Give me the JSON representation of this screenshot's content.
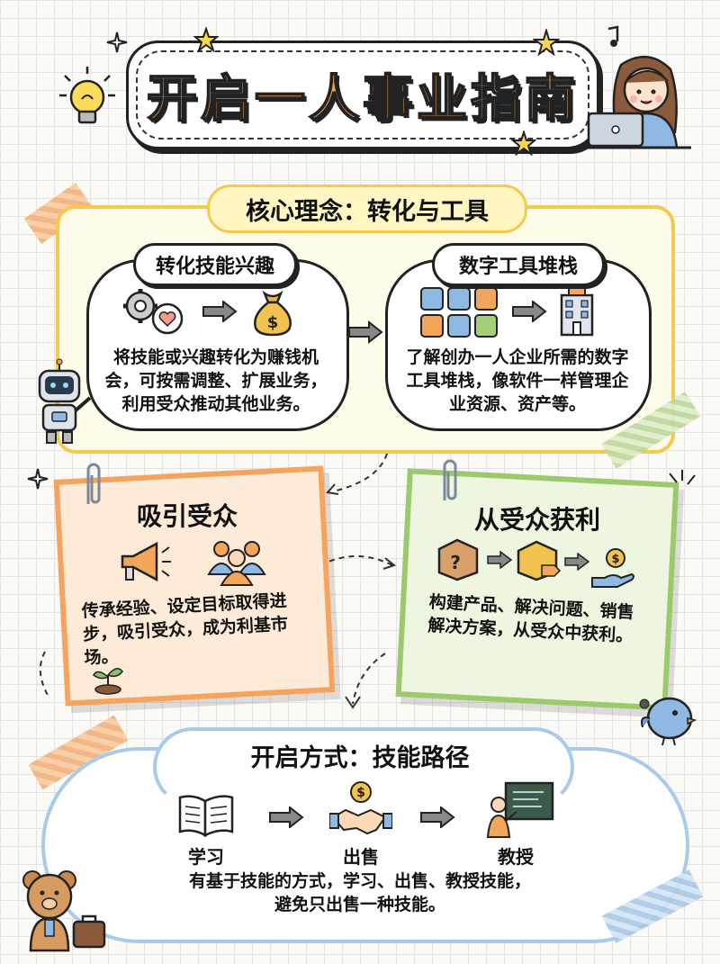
{
  "title": "开启一人事业指南",
  "core": {
    "heading": "核心理念：转化与工具",
    "left": {
      "title": "转化技能兴趣",
      "text": "将技能或兴趣转化为赚钱机会，可按需调整、扩展业务，利用受众推动其他业务。"
    },
    "right": {
      "title": "数字工具堆栈",
      "text": "了解创办一人企业所需的数字工具堆栈，像软件一样管理企业资源、资产等。"
    }
  },
  "attract": {
    "title": "吸引受众",
    "text": "传承经验、设定目标取得进步，吸引受众，成为利基市场。"
  },
  "profit": {
    "title": "从受众获利",
    "text": "构建产品、解决问题、销售解决方案，从受众中获利。"
  },
  "start": {
    "heading": "开启方式：技能路径",
    "steps": [
      "学习",
      "出售",
      "教授"
    ],
    "text_line1": "有基于技能的方式，学习、出售、教授技能，",
    "text_line2": "避免只出售一种技能。"
  },
  "colors": {
    "title_orange": "#f6a04d",
    "panel_yellow": "#f4c94c",
    "note_orange": "#f4a45e",
    "note_green": "#9dc96e",
    "cloud_blue": "#a9cbeb"
  }
}
